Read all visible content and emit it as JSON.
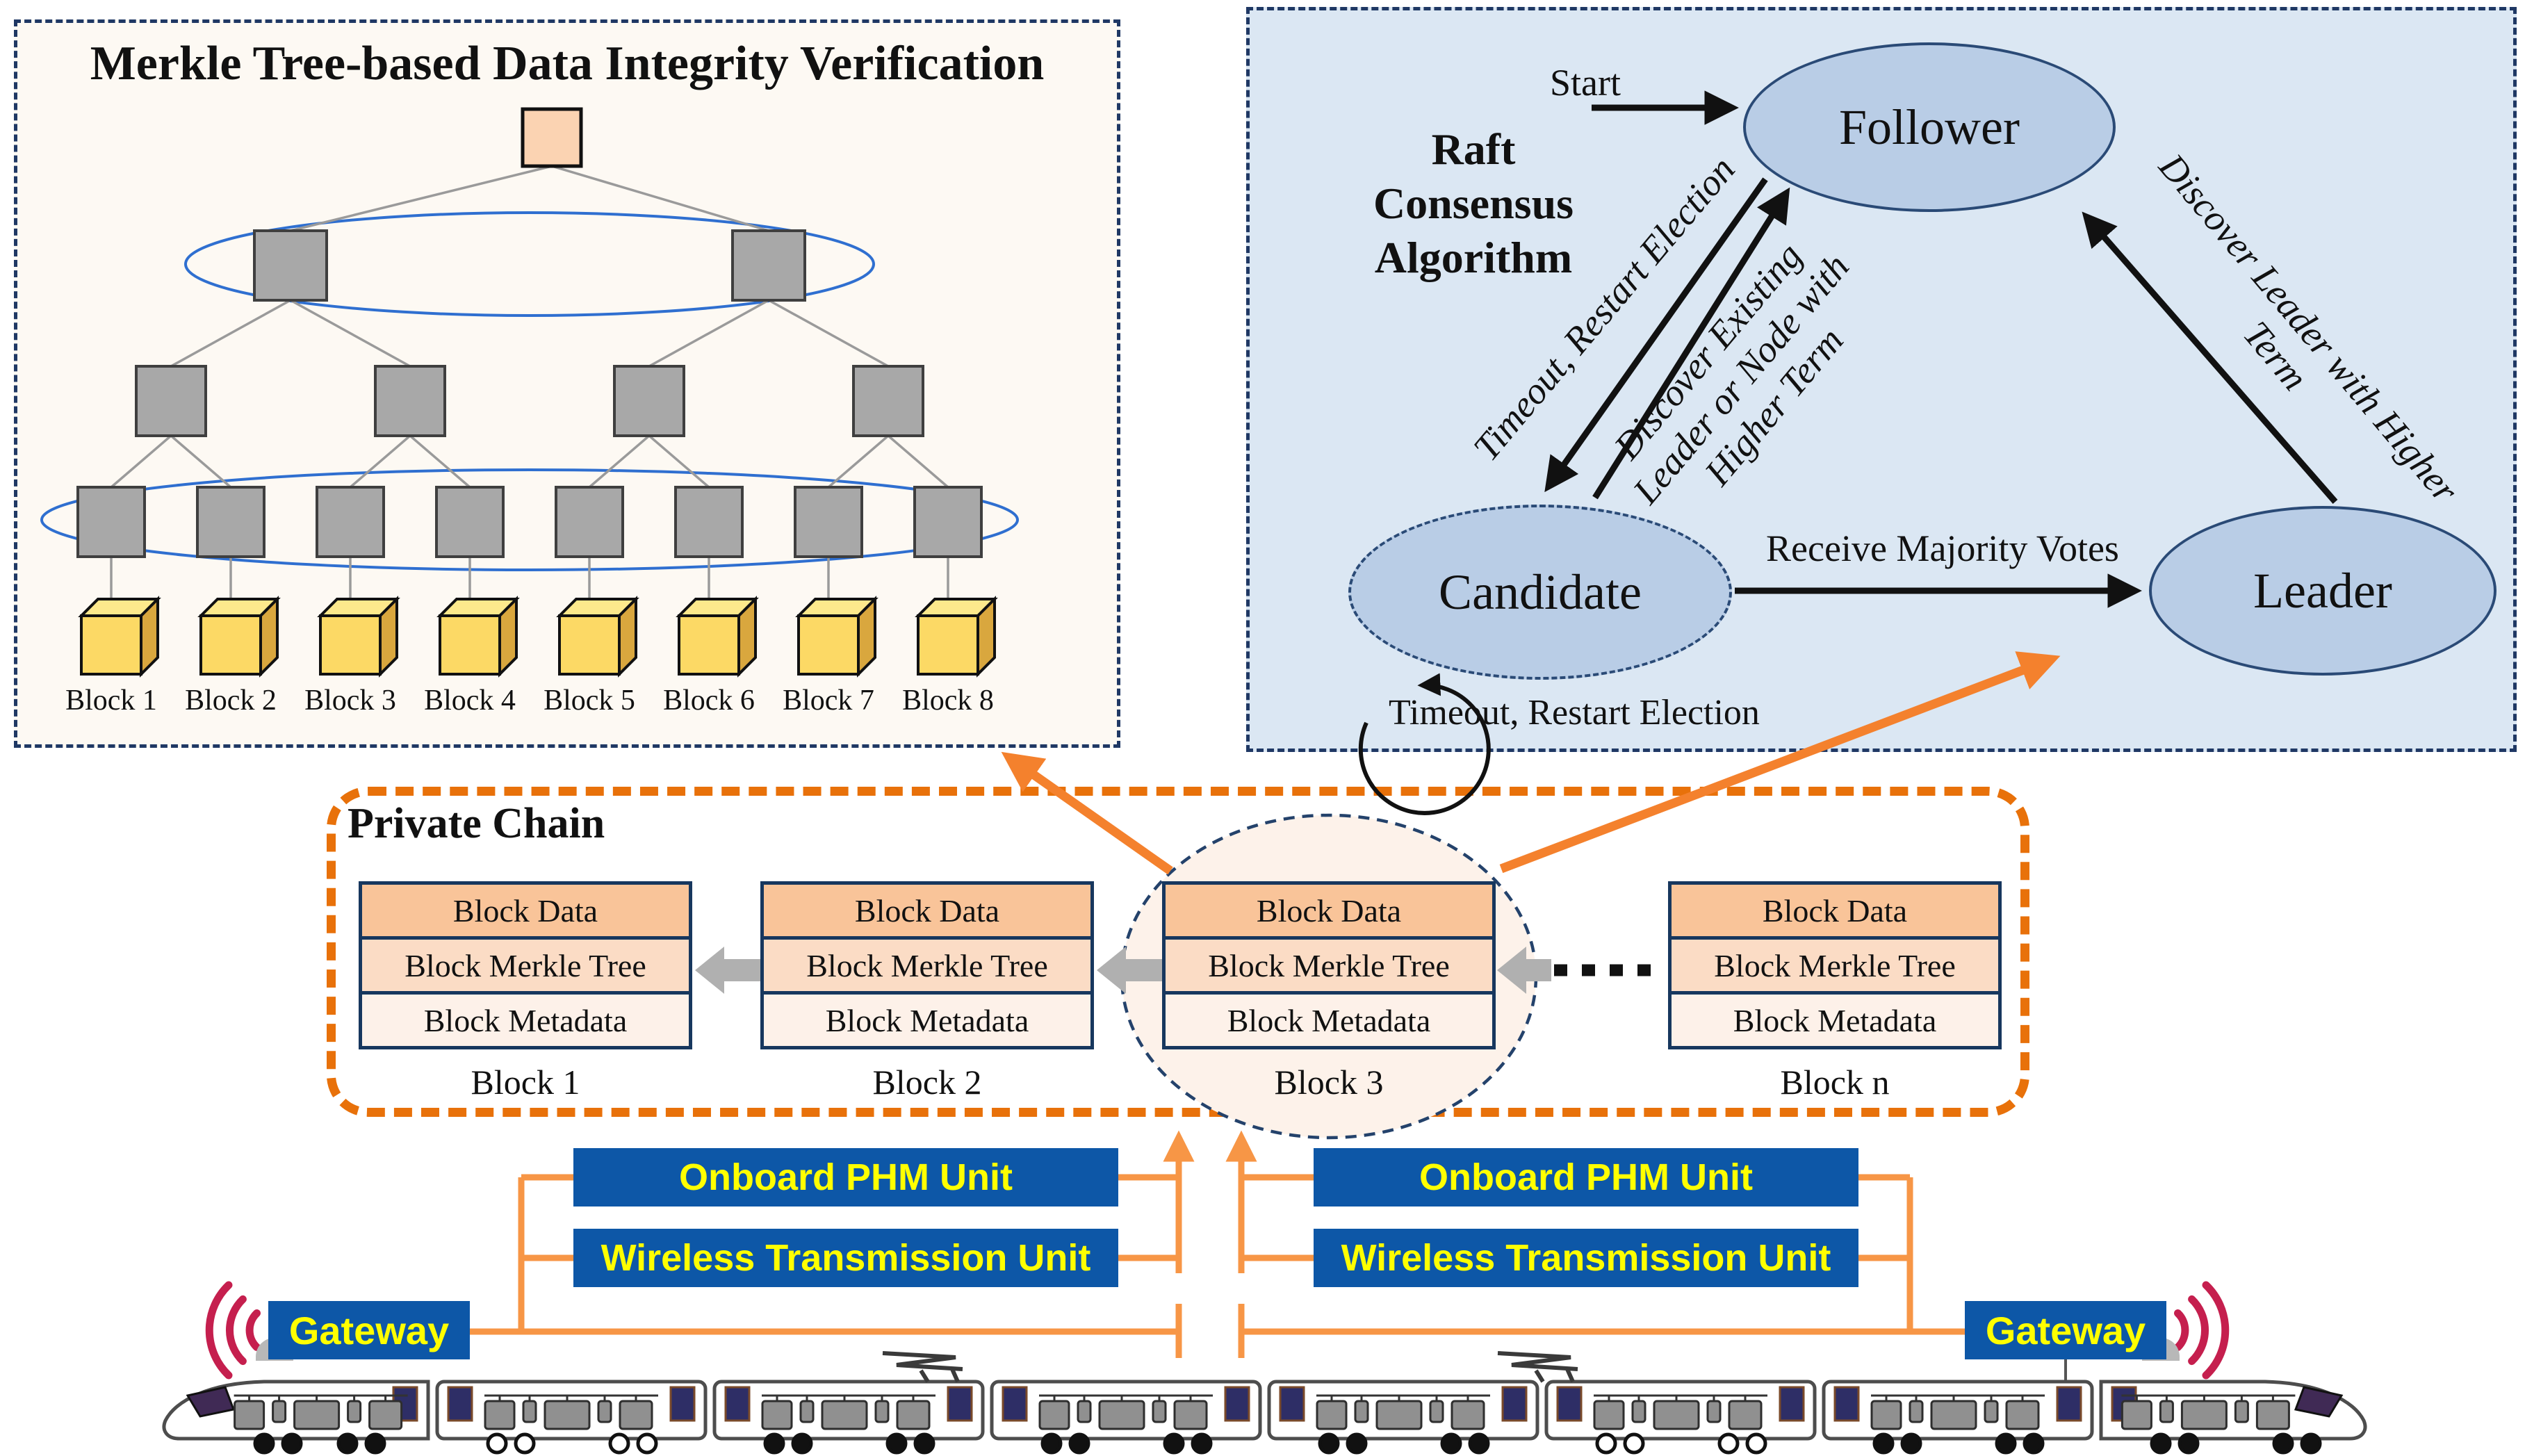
{
  "merkle": {
    "title": "Merkle Tree-based Data Integrity Verification",
    "leaves": [
      "Block 1",
      "Block 2",
      "Block 3",
      "Block 4",
      "Block 5",
      "Block 6",
      "Block 7",
      "Block 8"
    ]
  },
  "raft": {
    "title_lines": [
      "Raft",
      "Consensus",
      "Algorithm"
    ],
    "states": {
      "follower": "Follower",
      "candidate": "Candidate",
      "leader": "Leader"
    },
    "labels": {
      "start": "Start",
      "timeout_restart": "Timeout, Restart Election",
      "discover_existing_lines": [
        "Discover Existing",
        "Leader or Node with",
        "Higher Term"
      ],
      "discover_leader_lines": [
        "Discover Leader with Higher",
        "Term"
      ],
      "receive_majority": "Receive Majority Votes",
      "timeout_restart_loop": "Timeout, Restart Election"
    }
  },
  "chain": {
    "title": "Private Chain",
    "row_labels": [
      "Block Data",
      "Block Merkle Tree",
      "Block Metadata"
    ],
    "block_labels": [
      "Block 1",
      "Block 2",
      "Block 3",
      "Block n"
    ]
  },
  "units": {
    "onboard": "Onboard PHM Unit",
    "wireless": "Wireless Transmission Unit",
    "gateway": "Gateway"
  },
  "colors": {
    "panel_border_navy": "#1f3864",
    "merkle_bg": "#fdf9f3",
    "raft_bg": "#dbe7f3",
    "state_fill": "#b9cde6",
    "state_border": "#2a4a76",
    "chain_border_orange": "#e8710a",
    "connector_orange": "#f79646",
    "big_arrow_orange": "#f4812d",
    "unit_box_blue": "#0d57a7",
    "unit_text_yellow": "#ffff00",
    "root_node_peach": "#fbd3b2",
    "tree_node_gray": "#a8a8a8",
    "cube_yellow": "#fcd965",
    "cell_data": "#f9c499",
    "cell_merkle": "#fbdcc5",
    "cell_metadata": "#fdf1e9",
    "cell_border": "#17375e",
    "tree_ellipse_blue": "#2f6fd0",
    "wifi_red": "#c51f4e"
  }
}
